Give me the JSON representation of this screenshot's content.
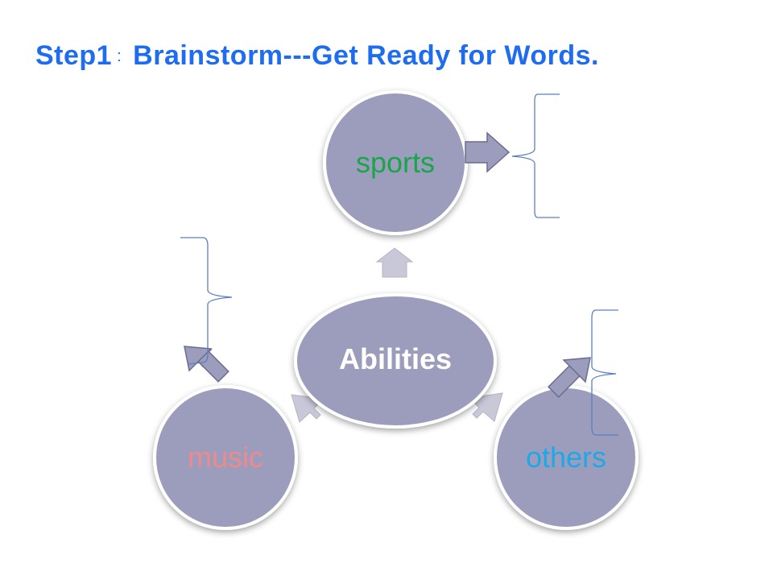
{
  "title": {
    "step": "Step1",
    "separator": ":",
    "heading": "Brainstorm---Get Ready for Words."
  },
  "mindmap": {
    "center": {
      "label": "Abilities",
      "color": "#ffffff"
    },
    "branches": [
      {
        "label": "sports",
        "color": "#1aa54a"
      },
      {
        "label": "music",
        "color": "#f08a8a"
      },
      {
        "label": "others",
        "color": "#1ea8e8"
      }
    ],
    "circle_fill": "#9c9cbd",
    "arrow_fill": "#9c9cbd",
    "small_arrow_fill": "#c8c8d8"
  }
}
